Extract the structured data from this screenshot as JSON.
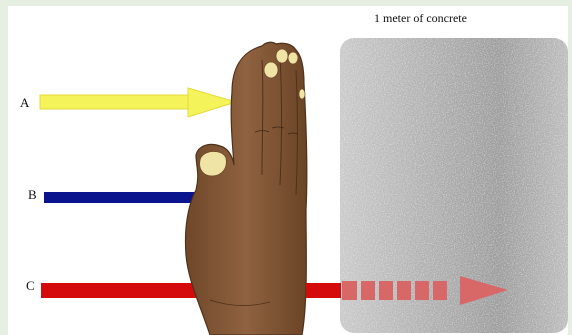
{
  "concrete": {
    "label": "1 meter of concrete",
    "color": "#a9a9a9"
  },
  "rays": [
    {
      "label": "A",
      "color": "#f7f44a"
    },
    {
      "label": "B",
      "color": "#0a148c"
    },
    {
      "label": "C",
      "color": "#d50b0b"
    }
  ],
  "hand": {
    "color": "#8b5e3c",
    "icon": "hand-icon"
  },
  "background_color": "#e7efe2"
}
